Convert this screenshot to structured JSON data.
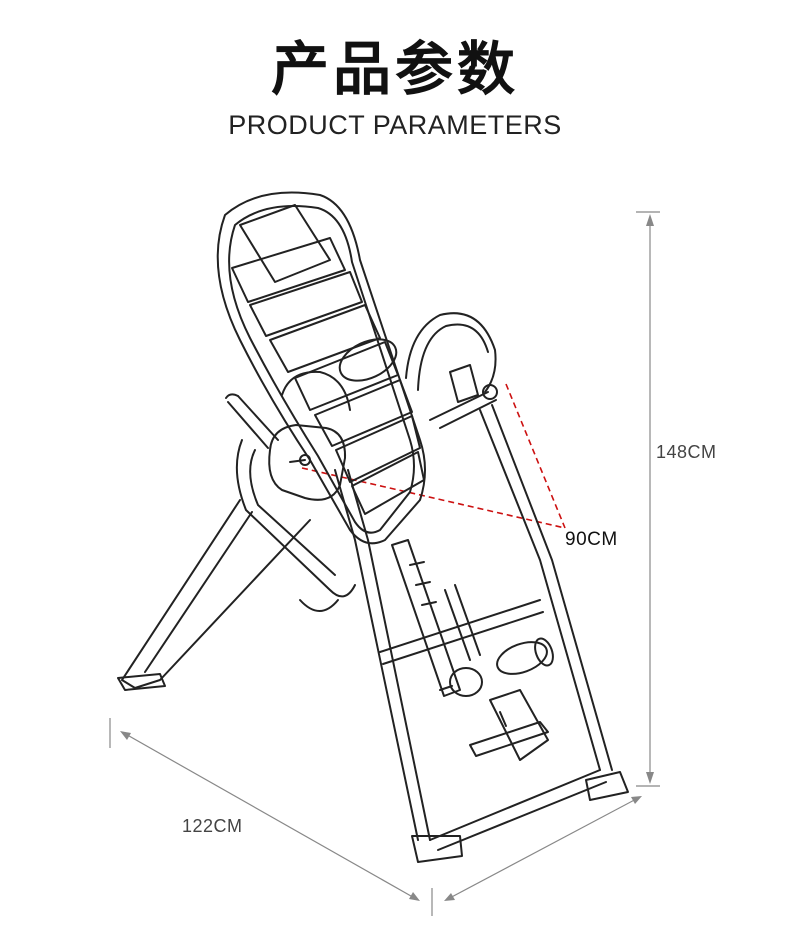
{
  "header": {
    "title_cn": "产品参数",
    "title_en": "PRODUCT PARAMETERS"
  },
  "dimensions": {
    "height": "148CM",
    "depth": "90CM",
    "width": "122CM"
  },
  "colors": {
    "text": "#111111",
    "line": "#222222",
    "dimension_line": "#888888",
    "depth_line": "#cc1111"
  }
}
